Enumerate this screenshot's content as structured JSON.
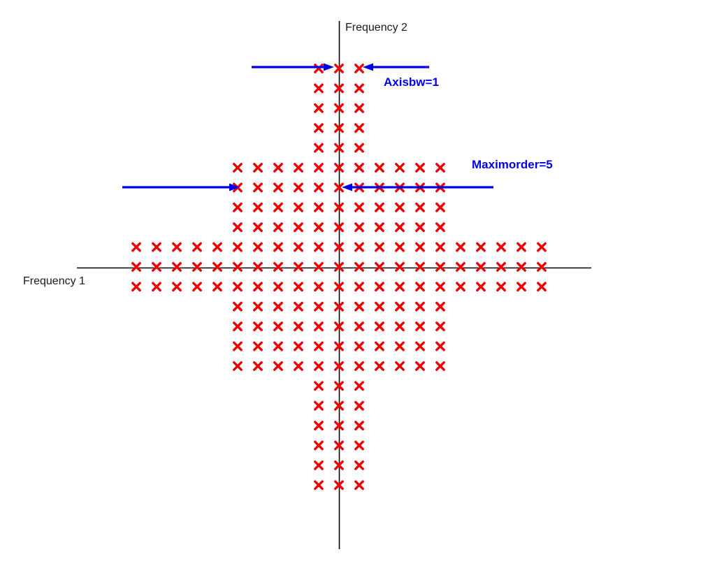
{
  "chart_data": {
    "type": "scatter",
    "title": "",
    "xlabel": "Frequency 1",
    "ylabel": "Frequency 2",
    "marker": "x",
    "marker_color": "#ee0000",
    "axis_color": "#000000",
    "annotation_color": "#0000e6",
    "grid": false,
    "legend": false,
    "xlim": [
      -12,
      12
    ],
    "ylim": [
      -13,
      12
    ],
    "parameters": {
      "Axisbw": 1,
      "Maximorder": 5
    },
    "point_rows": [
      {
        "freq2": 10,
        "freq1_from": -1,
        "freq1_to": 1
      },
      {
        "freq2": 9,
        "freq1_from": -1,
        "freq1_to": 1
      },
      {
        "freq2": 8,
        "freq1_from": -1,
        "freq1_to": 1
      },
      {
        "freq2": 7,
        "freq1_from": -1,
        "freq1_to": 1
      },
      {
        "freq2": 6,
        "freq1_from": -1,
        "freq1_to": 1
      },
      {
        "freq2": 5,
        "freq1_from": -5,
        "freq1_to": 5
      },
      {
        "freq2": 4,
        "freq1_from": -5,
        "freq1_to": 5
      },
      {
        "freq2": 3,
        "freq1_from": -5,
        "freq1_to": 5
      },
      {
        "freq2": 2,
        "freq1_from": -5,
        "freq1_to": 5
      },
      {
        "freq2": 1,
        "freq1_from": -10,
        "freq1_to": 10
      },
      {
        "freq2": 0,
        "freq1_from": -10,
        "freq1_to": 10
      },
      {
        "freq2": -1,
        "freq1_from": -10,
        "freq1_to": 10
      },
      {
        "freq2": -2,
        "freq1_from": -5,
        "freq1_to": 5
      },
      {
        "freq2": -3,
        "freq1_from": -5,
        "freq1_to": 5
      },
      {
        "freq2": -4,
        "freq1_from": -5,
        "freq1_to": 5
      },
      {
        "freq2": -5,
        "freq1_from": -5,
        "freq1_to": 5
      },
      {
        "freq2": -6,
        "freq1_from": -1,
        "freq1_to": 1
      },
      {
        "freq2": -7,
        "freq1_from": -1,
        "freq1_to": 1
      },
      {
        "freq2": -8,
        "freq1_from": -1,
        "freq1_to": 1
      },
      {
        "freq2": -9,
        "freq1_from": -1,
        "freq1_to": 1
      },
      {
        "freq2": -10,
        "freq1_from": -1,
        "freq1_to": 1
      },
      {
        "freq2": -11,
        "freq1_from": -1,
        "freq1_to": 1
      }
    ],
    "annotations": [
      {
        "label": "Axisbw=1",
        "points_to": "width of the strip of points kept around each frequency axis"
      },
      {
        "label": "Maximorder=5",
        "points_to": "half-width of the central block of mixing products"
      }
    ]
  }
}
